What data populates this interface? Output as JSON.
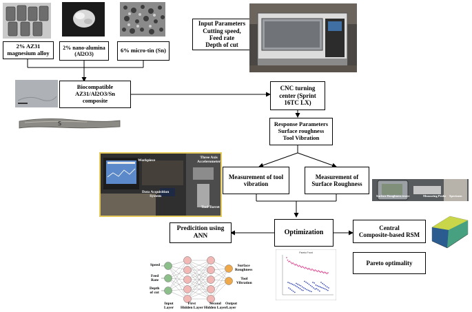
{
  "inputs": {
    "alloy": "2% AZ31\nmagnesium alloy",
    "alumina": "2% nano-alumina\n(Al2O3)",
    "tin": "6% micro-tin (Sn)"
  },
  "composite": "Biocompatible\nAZ31/Al2O3/Sn\ncomposite",
  "input_parameters": "Input Parameters\nCutting speed,\nFeed rate\nDepth of cut",
  "cnc": "CNC turning\ncenter (Sprint\n16TC LX)",
  "response": "Response Parameters\nSurface roughness\nTool Vibration",
  "measure_vibration": "Measurement of tool\nvibration",
  "measure_roughness": "Measurement of\nSurface Roughness",
  "optimization": "Optimization",
  "ann": "Predicition using ANN",
  "rsm": "Central\nComposite-based RSM",
  "pareto": "Pareto optimality",
  "setup_labels": {
    "workpiece": "Workpiece",
    "accelerometer": "Three Axis\nAccelerometer",
    "daq": "Data Acquisition\nSystem",
    "turret": "Tool Turret"
  },
  "roughness_labels": {
    "tester": "Surface Roughness tester",
    "probe": "Measuring Probe",
    "specimen": "Specimen"
  },
  "ann_net": {
    "inputs": [
      "Speed",
      "Feed\nRate",
      "Depth\nof cut"
    ],
    "outputs": [
      "Surface\nRoughness",
      "Tool\nVibration"
    ],
    "layers": [
      "Input\nLayer",
      "First\nHidden Layer",
      "Second\nHidden Layer",
      "Output\nLayer"
    ]
  },
  "pareto_plot": {
    "title": "Pareto Front"
  },
  "colors": {
    "box_border": "#000000",
    "input_node": "#8dbf8b",
    "hidden_node": "#f2b8b5",
    "output_node": "#f0a94a",
    "scatter_top": "#e0559a",
    "scatter_bottom": "#3c4fb8"
  }
}
